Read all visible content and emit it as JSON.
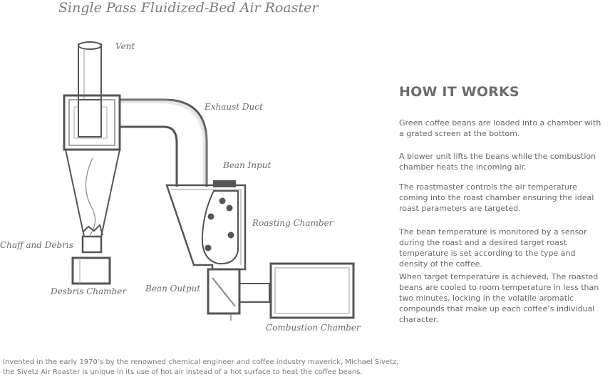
{
  "diagram": {
    "title": "Single Pass Fluidized-Bed Air Roaster",
    "labels": {
      "vent": "Vent",
      "exhaust_duct": "Exhaust Duct",
      "bean_input": "Bean Input",
      "roasting_chamber": "Roasting Chamber",
      "chaff_and_debris": "Chaff and Debris",
      "debris_chamber": "Desbris Chamber",
      "bean_output": "Bean Output",
      "combustion_chamber": "Combustion Chamber"
    }
  },
  "how_it_works": {
    "title": "HOW IT WORKS",
    "paragraphs": [
      "Green coffee beans are loaded into a chamber with a grated screen at the bottom.",
      "A blower unit lifts the beans while the combustion chamber heats the incoming air.",
      "The roastmaster controls the air temperature coming into the roast chamber ensuring the ideal roast parameters are targeted.",
      "The bean temperature is monitored by a sensor during the roast and a desired target roast temperature is set according to the type and density of the coffee.",
      "When target temperature is achieved, The roasted beans are cooled to room temperature in less than two minutes, locking in the volatile aromatic compounds that make up each coffee’s individual character."
    ]
  },
  "footer": {
    "text": "Invented in the early 1970’s by the renowned chemical engineer and coffee industry maverick, Michael Sivetz, the Sivetz Air Roaster is unique in its use of hot air instead of a hot surface to heat the coffee beans."
  }
}
